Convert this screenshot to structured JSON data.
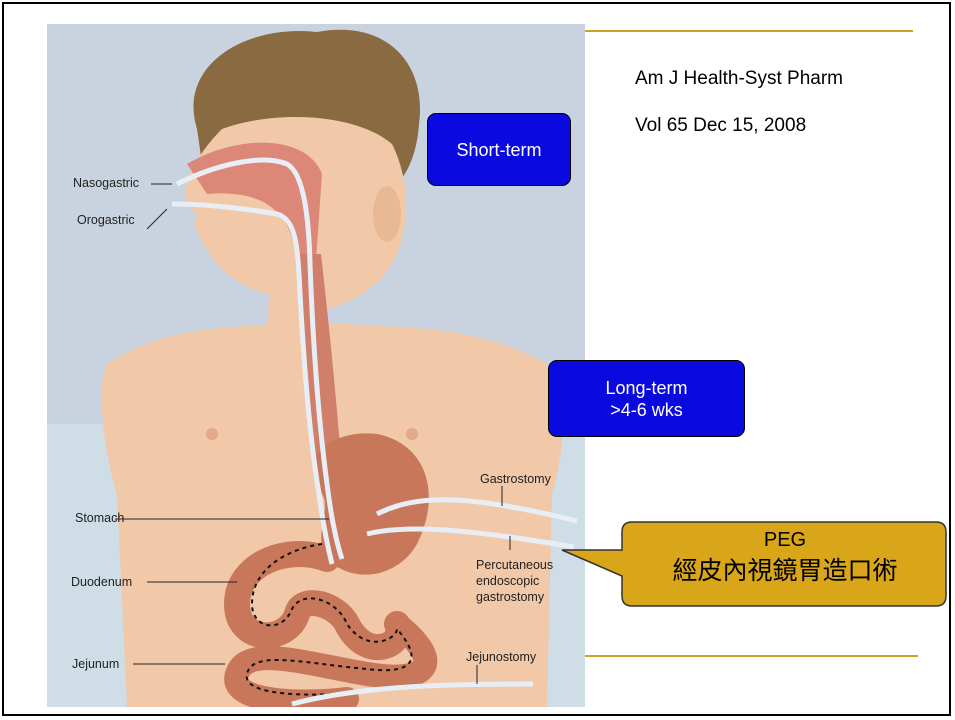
{
  "citation": {
    "journal": "Am J Health-Syst Pharm",
    "volume": "Vol 65 Dec 15, 2008"
  },
  "boxes": {
    "short_term": "Short-term",
    "long_term_line1": "Long-term",
    "long_term_line2": ">4-6 wks"
  },
  "labels": {
    "nasogastric": "Nasogastric",
    "orogastric": "Orogastric",
    "stomach": "Stomach",
    "duodenum": "Duodenum",
    "jejunum": "Jejunum",
    "gastrostomy": "Gastrostomy",
    "percutaneous_1": "Percutaneous",
    "percutaneous_2": "endoscopic",
    "percutaneous_3": "gastrostomy",
    "jejunostomy": "Jejunostomy"
  },
  "callout": {
    "title": "PEG",
    "chinese": "經皮內視鏡胃造口術"
  },
  "colors": {
    "box_blue": "#0a0ae0",
    "callout_fill": "#d9a61a",
    "accent_line": "#c9a227",
    "illustration_bg": "#c9d3e0",
    "skin": "#f1c9a9",
    "organ": "#c9775a"
  }
}
